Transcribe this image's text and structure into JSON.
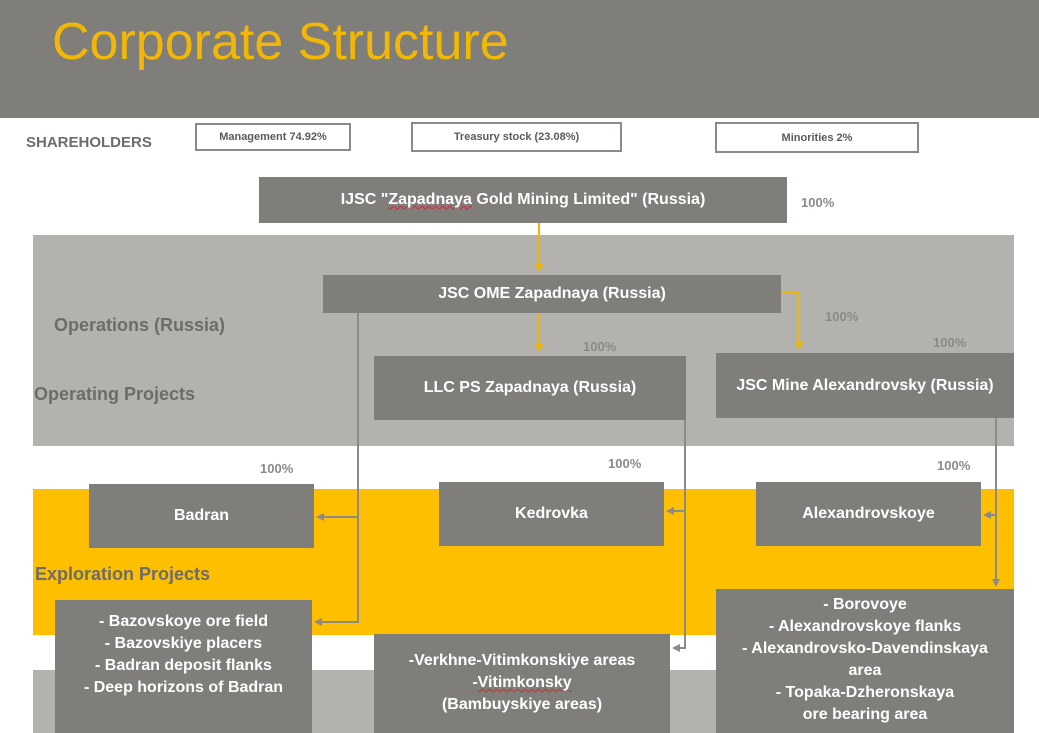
{
  "title": "Corporate Structure",
  "shareholders": {
    "label": "SHAREHOLDERS",
    "items": [
      "Management 74.92%",
      "Treasury stock (23.08%)",
      "Minorities 2%"
    ]
  },
  "sections": {
    "operations": "Operations (Russia)",
    "operating_projects": "Operating Projects",
    "exploration_projects": "Exploration Projects"
  },
  "entities": {
    "ijsc_prefix": "IJSC \"",
    "ijsc_name": "Zapadnaya",
    "ijsc_suffix": " Gold Mining Limited\" (Russia)",
    "ome": "JSC OME Zapadnaya (Russia)",
    "llc_ps": "LLC PS Zapadnaya (Russia)",
    "mine_alex": "JSC Mine Alexandrovsky (Russia)",
    "badran": "Badran",
    "kedrovka": "Kedrovka",
    "alexandrovskoye": "Alexandrovskoye"
  },
  "percentages": {
    "ijsc": "100%",
    "mine_alex_top": "100%",
    "llc_ps": "100%",
    "mine_alex": "100%",
    "badran": "100%",
    "kedrovka": "100%",
    "alexandrovskoye": "100%"
  },
  "lists": {
    "badran": [
      "-   Bazovskoye ore field",
      "-   Bazovskiye placers",
      "-   Badran deposit flanks",
      "-   Deep horizons of Badran"
    ],
    "kedrovka_1": "-Verkhne-Vitimkonskiye areas",
    "kedrovka_2_prefix": "-",
    "kedrovka_2_name": "Vitimkonsky",
    "kedrovka_3": "(Bambuyskiye areas)",
    "alexandrovskoye": [
      "-   Borovoye",
      "-   Alexandrovskoye flanks",
      "- Alexandrovsko-Davendinskaya",
      "area",
      "- Topaka-Dzheronskaya",
      "ore bearing area"
    ]
  },
  "colors": {
    "header": "#7f7e7b",
    "title": "#f2b705",
    "box": "#7f7e7b",
    "band_gray": "#b3b2ae",
    "band_yellow": "#fdbf00",
    "ownership_arrow": "#f2b705",
    "project_arrow": "#8b8a87"
  }
}
